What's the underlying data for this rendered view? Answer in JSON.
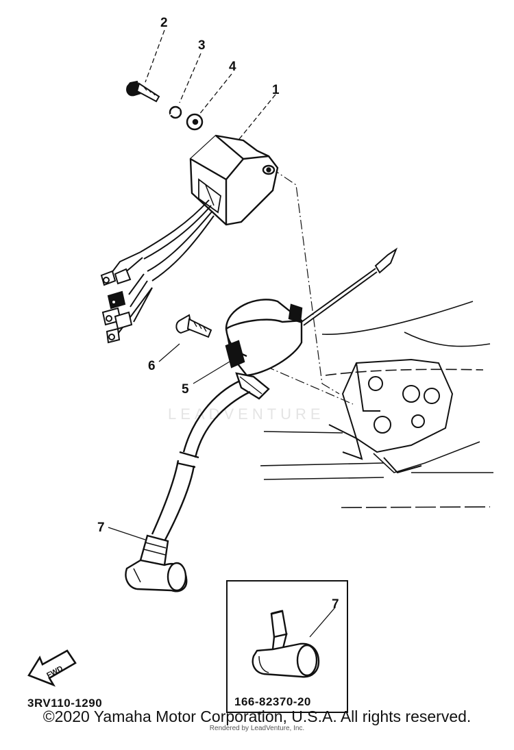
{
  "colors": {
    "ink": "#111111",
    "background": "#ffffff",
    "watermark": "#e4e4e4"
  },
  "diagram": {
    "callouts": [
      "1",
      "2",
      "3",
      "4",
      "5",
      "6",
      "7"
    ],
    "inset_callout": "7",
    "inset_part_number": "166-82370-20",
    "diagram_code": "3RV110-1290",
    "fwd_label": "FWD",
    "watermark_text": "LEADVENTURE"
  },
  "footer": {
    "copyright": "©2020 Yamaha Motor Corporation, U.S.A. All rights reserved.",
    "rendered_by": "Rendered by LeadVenture, Inc."
  }
}
